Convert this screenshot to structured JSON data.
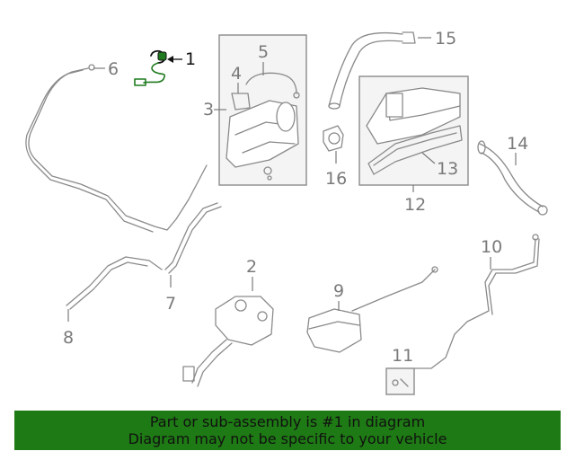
{
  "callouts": {
    "c1": "1",
    "c2": "2",
    "c3": "3",
    "c4": "4",
    "c5": "5",
    "c6": "6",
    "c7": "7",
    "c8": "8",
    "c9": "9",
    "c10": "10",
    "c11": "11",
    "c12": "12",
    "c13": "13",
    "c14": "14",
    "c15": "15",
    "c16": "16"
  },
  "banner": {
    "line1": "Part or sub-assembly is #1 in diagram",
    "line2": "Diagram may not be specific to your vehicle",
    "background": "#1e7a14"
  },
  "colors": {
    "highlight": "#1f7a1f",
    "part_gray": "#8a8a8a"
  }
}
